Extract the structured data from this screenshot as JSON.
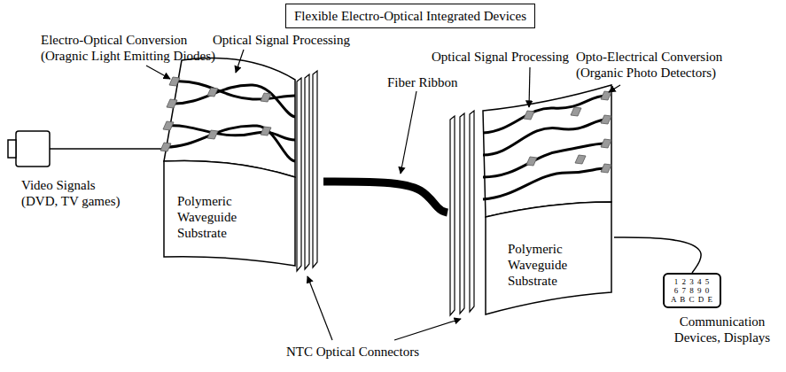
{
  "diagram": {
    "title": "Flexible Electro-Optical Integrated Devices",
    "nodes": [
      {
        "text": [
          "Polymeric Waveguide Substrate"
        ]
      },
      {
        "text": [
          "Polymeric Waveguide Substrate"
        ]
      },
      {
        "text": [
          "1 2 3 4 5",
          "6 7 8 9 0",
          "A B C D E"
        ]
      }
    ],
    "edges": [
      {
        "from": 0,
        "to": 1,
        "arrow": "none"
      },
      {
        "from": 1,
        "to": 2,
        "arrow": "none"
      }
    ],
    "labels": [
      "Electro-Optical Conversion (Oragnic Light Emitting Diodes)",
      "Optical Signal Processing",
      "Fiber Ribbon",
      "Optical Signal Processing",
      "Opto-Electrical Conversion (Organic Photo Detectors)",
      "Video Signals (DVD, TV games)",
      "NTC Optical Connectors",
      "Communication Devices, Displays"
    ]
  }
}
